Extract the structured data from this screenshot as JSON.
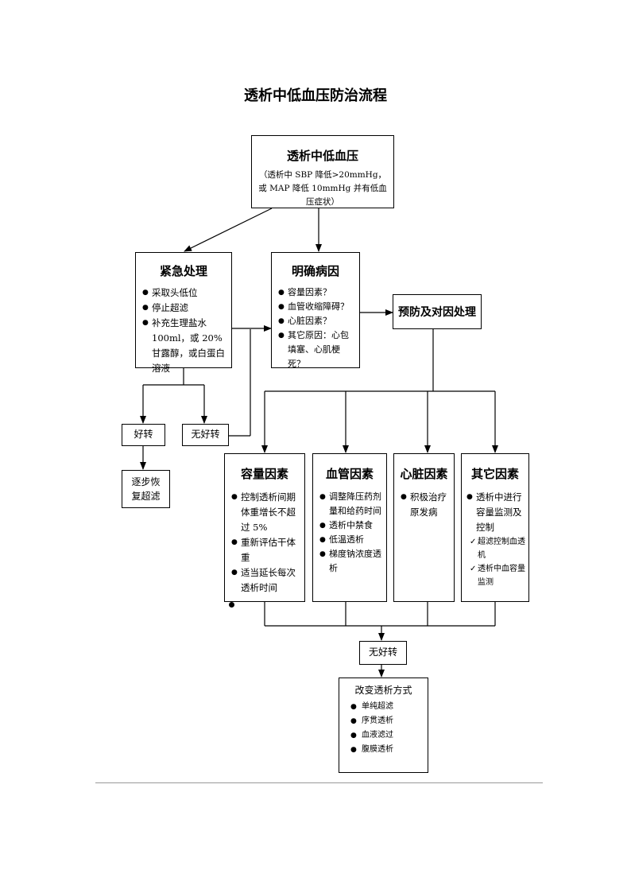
{
  "title": "透析中低血压防治流程",
  "nodes": {
    "top": {
      "title": "透析中低血压",
      "desc": "（透析中 SBP 降低>20mmHg，或 MAP 降低 10mmHg 并有低血压症状）"
    },
    "emergency": {
      "title": "紧急处理",
      "items": [
        "采取头低位",
        "停止超滤",
        "补充生理盐水 100ml，或 20%甘露醇，或白蛋白溶液"
      ]
    },
    "cause": {
      "title": "明确病因",
      "items": [
        "容量因素？",
        "血管收缩障碍？",
        "心脏因素？",
        "其它原因：心包填塞、心肌梗死？"
      ]
    },
    "prevention": {
      "title": "预防及对因处理"
    },
    "better": {
      "label": "好转"
    },
    "not_better_left": {
      "label": "无好转"
    },
    "recover": {
      "label": "逐步恢复超滤"
    },
    "volume": {
      "title": "容量因素",
      "items": [
        "控制透析间期体重增长不超过 5%",
        "重新评估干体重",
        "适当延长每次透析时间"
      ]
    },
    "vascular": {
      "title": "血管因素",
      "items": [
        "调整降压药剂量和给药时间",
        "透析中禁食",
        "低温透析",
        "梯度钠浓度透析"
      ]
    },
    "cardiac": {
      "title": "心脏因素",
      "items": [
        "积极治疗原发病"
      ]
    },
    "other": {
      "title": "其它因素",
      "items": [
        "透析中进行容量监测及控制"
      ],
      "checks": [
        "超滤控制血透机",
        "透析中血容量监测"
      ]
    },
    "not_better_bottom": {
      "label": "无好转"
    },
    "change": {
      "title": "改变透析方式",
      "items": [
        "单纯超滤",
        "序贯透析",
        "血液滤过",
        "腹膜透析"
      ]
    }
  }
}
